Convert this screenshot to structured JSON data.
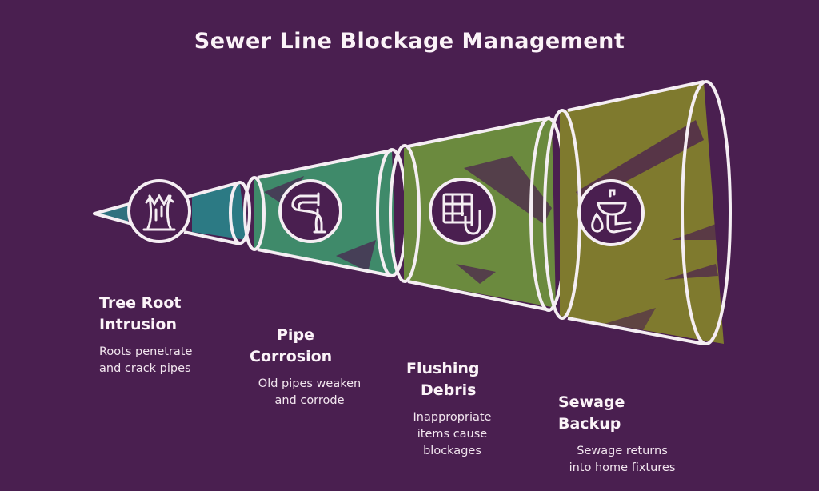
{
  "title": "Sewer Line Blockage Management",
  "colors": {
    "background": "#4a1f50",
    "outline": "#f5eef3",
    "stage_fills": [
      "#2c7a84",
      "#3f8a6a",
      "#6b8a3e",
      "#7f7a2e"
    ]
  },
  "stages": [
    {
      "title_line1": "Tree Root",
      "title_line2": "Intrusion",
      "desc_line1": "Roots penetrate",
      "desc_line2": "and crack pipes",
      "desc_line3": "",
      "icon": "tree-stump-icon"
    },
    {
      "title_line1": "Pipe",
      "title_line2": "Corrosion",
      "desc_line1": "Old pipes weaken",
      "desc_line2": "and corrode",
      "desc_line3": "",
      "icon": "pipe-elbow-icon"
    },
    {
      "title_line1": "Flushing",
      "title_line2": "Debris",
      "desc_line1": "Inappropriate",
      "desc_line2": "items cause",
      "desc_line3": "blockages",
      "icon": "grate-drain-icon"
    },
    {
      "title_line1": "Sewage",
      "title_line2": "Backup",
      "desc_line1": "Sewage returns",
      "desc_line2": "into home fixtures",
      "desc_line3": "",
      "icon": "sink-drip-icon"
    }
  ]
}
